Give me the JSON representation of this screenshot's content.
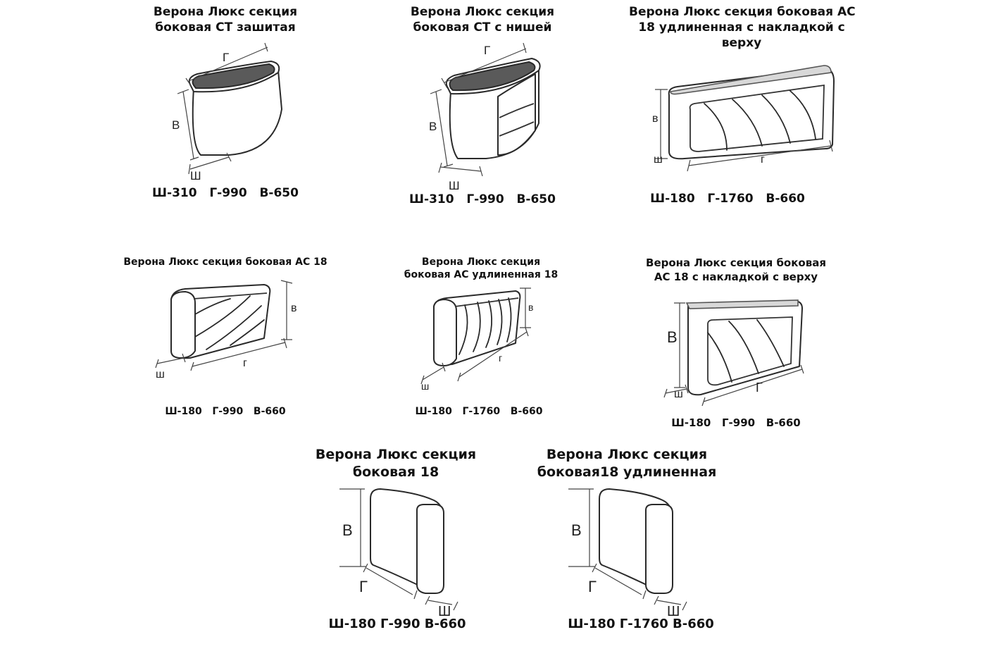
{
  "products": [
    {
      "title_lines": [
        "Верона Люкс секция",
        "боковая СТ зашитая"
      ],
      "dims": "Ш-310   Г-990   В-650",
      "labels": {
        "v": "В",
        "g": "Г",
        "sh": "Ш"
      },
      "icon": "curved-console-closed-icon"
    },
    {
      "title_lines": [
        "Верона Люкс секция",
        "боковая СТ с нишей"
      ],
      "dims": "Ш-310   Г-990   В-650",
      "labels": {
        "v": "В",
        "g": "Г",
        "sh": "Ш"
      },
      "icon": "curved-console-niche-icon"
    },
    {
      "title_lines": [
        "Верона Люкс секция боковая АС",
        "18 удлиненная с накладкой с",
        "верху"
      ],
      "dims": "Ш-180   Г-1760   В-660",
      "labels": {
        "v": "в",
        "g": "г",
        "sh": "ш"
      },
      "icon": "long-armrest-topped-icon"
    },
    {
      "title_lines": [
        "Верона Люкс секция боковая АС 18"
      ],
      "dims": "Ш-180   Г-990   В-660",
      "labels": {
        "v": "в",
        "g": "г",
        "sh": "ш"
      },
      "icon": "armrest-pleated-icon"
    },
    {
      "title_lines": [
        "Верона Люкс секция",
        "боковая АС удлиненная 18"
      ],
      "dims": "Ш-180   Г-1760   В-660",
      "labels": {
        "v": "в",
        "g": "г",
        "sh": "ш"
      },
      "icon": "long-armrest-pleated-icon"
    },
    {
      "title_lines": [
        "Верона Люкс секция боковая",
        "АС 18 с накладкой с верху"
      ],
      "dims": "Ш-180   Г-990   В-660",
      "labels": {
        "v": "В",
        "g": "Г",
        "sh": "ш"
      },
      "icon": "armrest-topped-icon"
    },
    {
      "title_lines": [
        "Верона Люкс секция",
        "боковая 18"
      ],
      "dims": "Ш-180 Г-990 В-660",
      "labels": {
        "v": "В",
        "g": "Г",
        "sh": "Ш"
      },
      "icon": "side-panel-icon"
    },
    {
      "title_lines": [
        "Верона Люкс секция",
        "боковая18 удлиненная"
      ],
      "dims": "Ш-180 Г-1760 В-660",
      "labels": {
        "v": "В",
        "g": "Г",
        "sh": "Ш"
      },
      "icon": "long-side-panel-icon"
    }
  ]
}
